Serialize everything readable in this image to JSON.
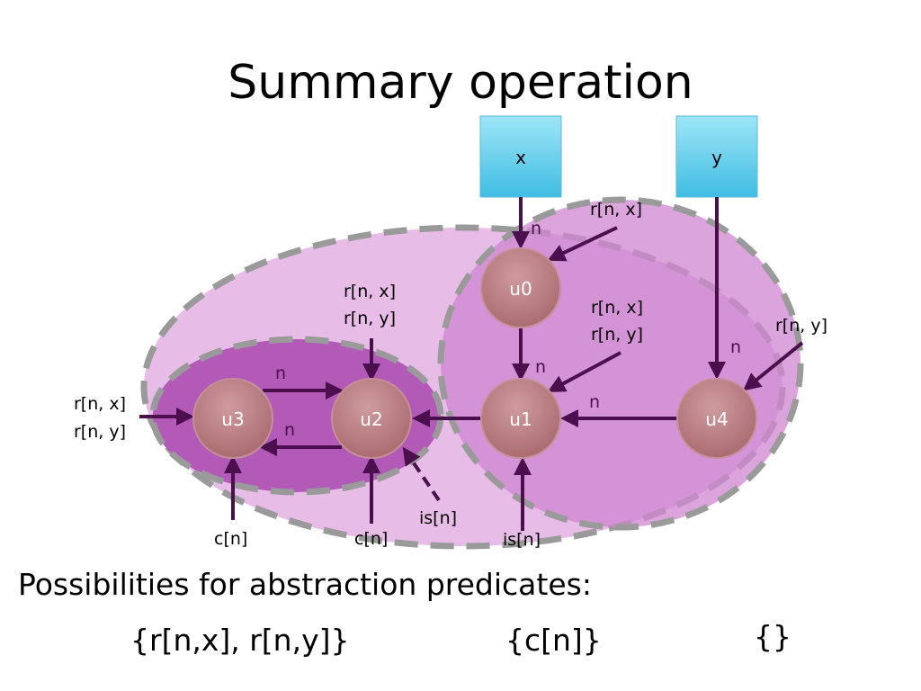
{
  "slide": {
    "title": "Summary operation",
    "caption": "Possibilities for abstraction predicates:",
    "options": [
      "{r[n,x], r[n,y]}",
      "{c[n]}",
      "{}"
    ]
  },
  "colors": {
    "outer_fill": "#e7bce6",
    "inner_fill": "#cf86d1",
    "left_fill": "#b35ab9",
    "node_fill": "#b97c80",
    "box_fill": "#46c3e6",
    "edge": "#4a0f4c",
    "dash": "#9a9a9a"
  },
  "variables": [
    {
      "id": "x",
      "label": "x"
    },
    {
      "id": "y",
      "label": "y"
    }
  ],
  "nodes": [
    {
      "id": "u0",
      "label": "u0"
    },
    {
      "id": "u1",
      "label": "u1"
    },
    {
      "id": "u2",
      "label": "u2"
    },
    {
      "id": "u3",
      "label": "u3"
    },
    {
      "id": "u4",
      "label": "u4"
    }
  ],
  "edge_labels": {
    "x_u0": "n",
    "u0_u1": "n",
    "u4_u1": "n",
    "y_u4": "n",
    "u3_u2": "n",
    "u2_u3": "n"
  },
  "annotations": {
    "u0_top": "r[n, x]",
    "u1_l1": "r[n, x]",
    "u1_l2": "r[n, y]",
    "u2_l1": "r[n, x]",
    "u2_l2": "r[n, y]",
    "u3_l1": "r[n, x]",
    "u3_l2": "r[n, y]",
    "u4_right": "r[n, y]",
    "u3_bottom": "c[n]",
    "u2_bottom": "c[n]",
    "u2_is": "is[n]",
    "u1_is": "is[n]"
  }
}
